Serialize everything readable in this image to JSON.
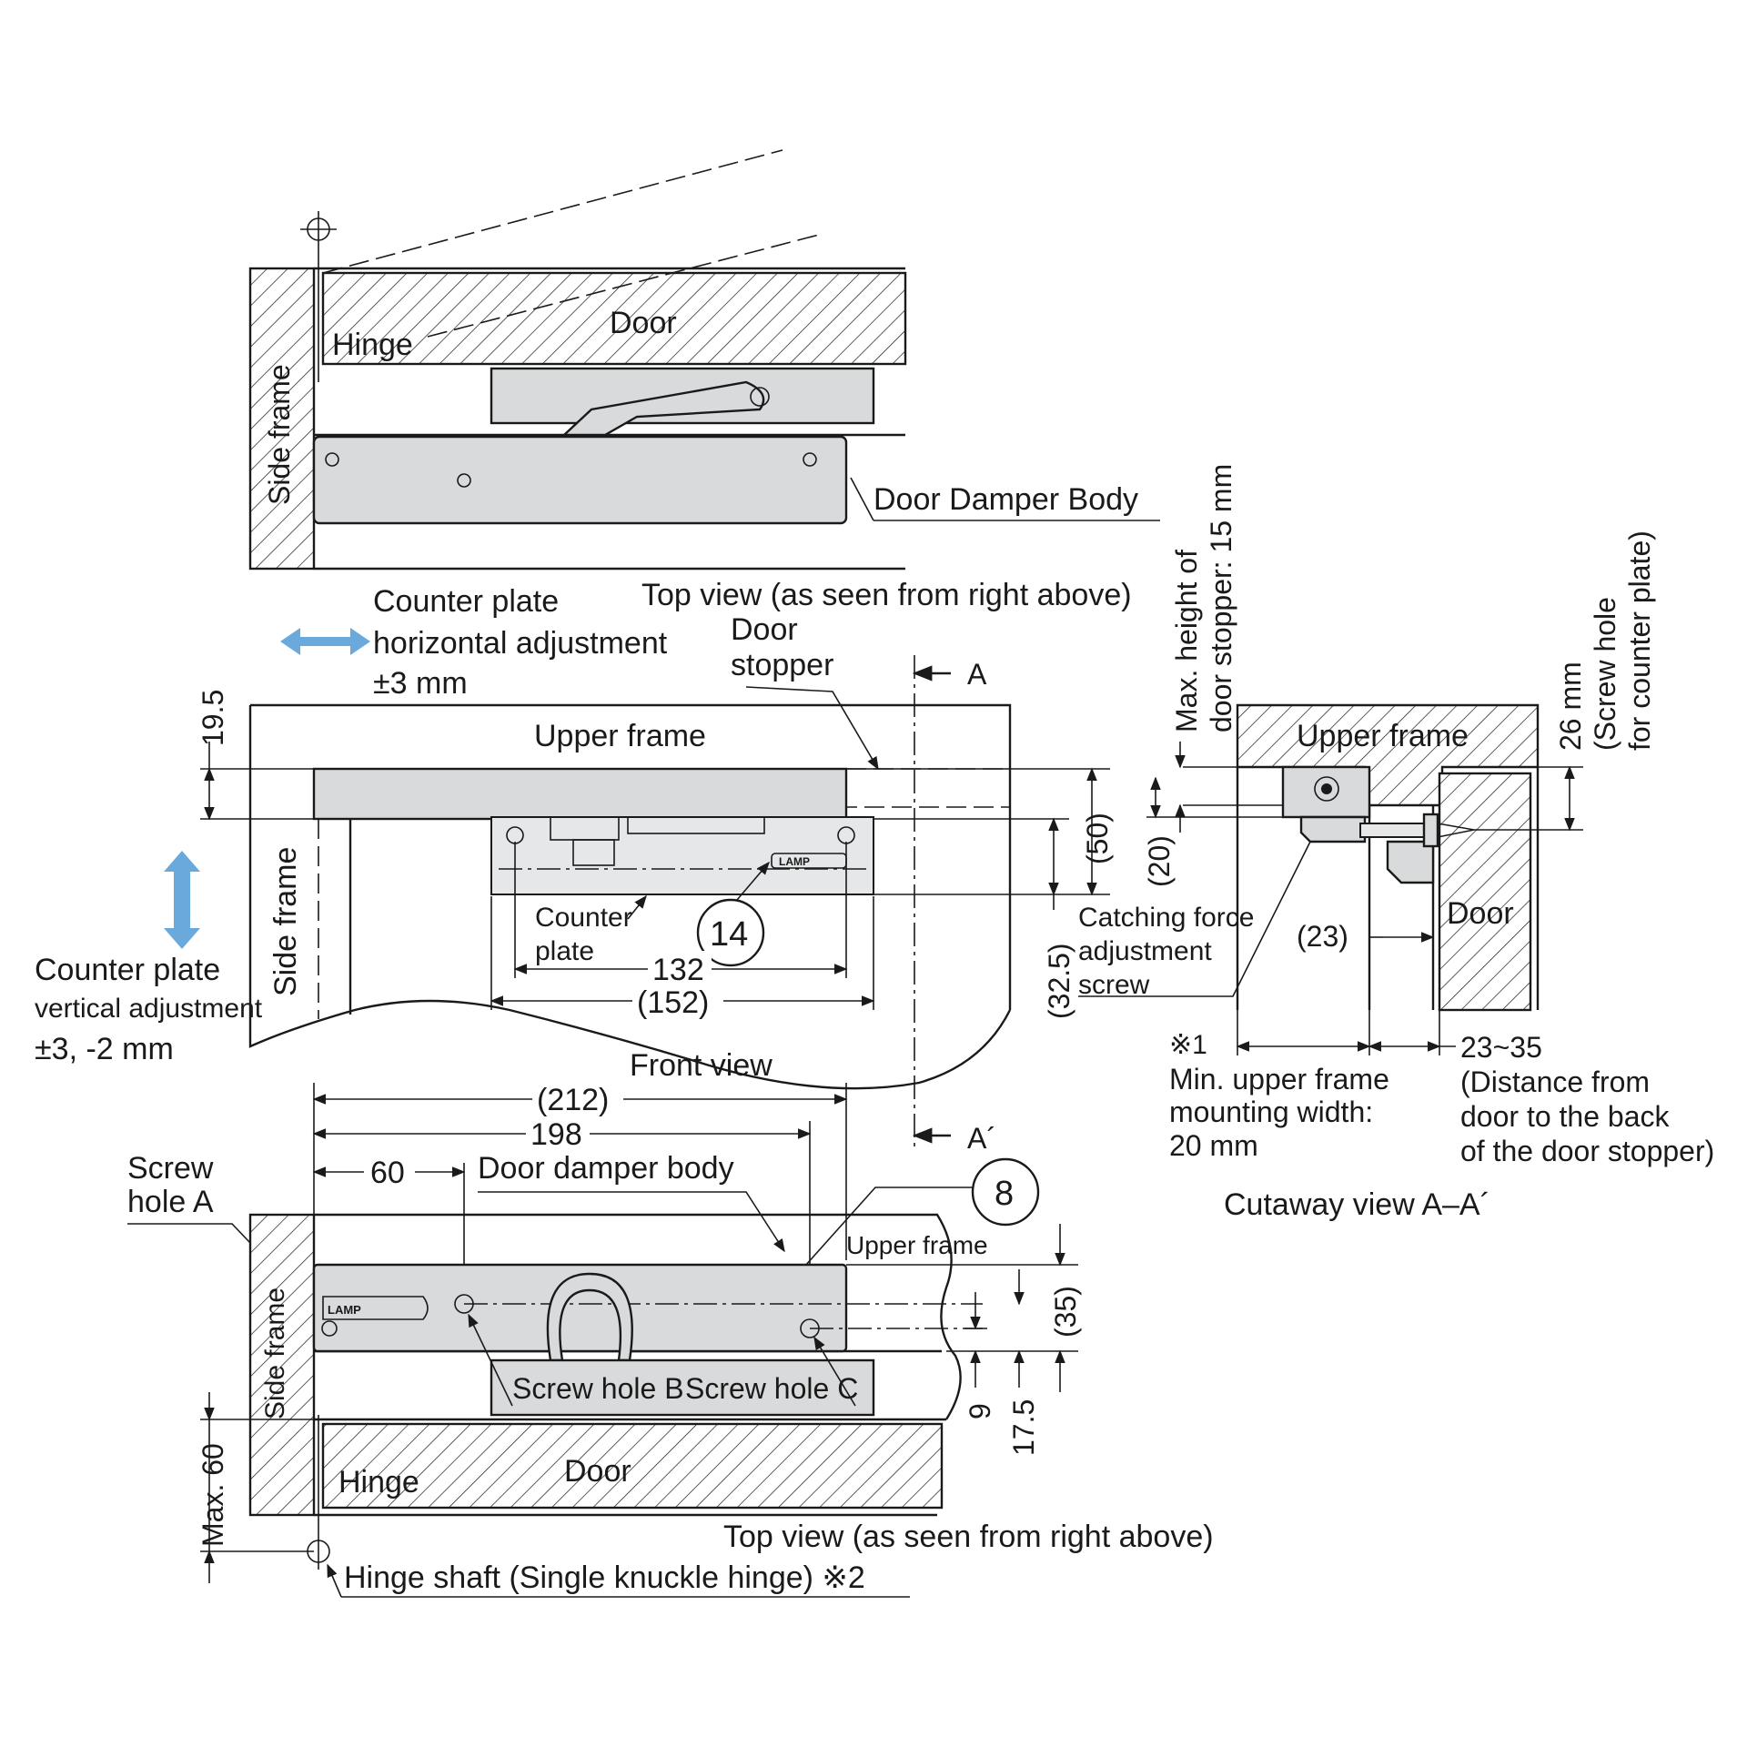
{
  "top_view_1": {
    "door": "Door",
    "hinge": "Hinge",
    "side_frame": "Side frame",
    "damper_body": "Door Damper Body",
    "caption": "Top view (as seen from right above)"
  },
  "adjustments": {
    "horizontal_line1": "Counter plate",
    "horizontal_line2": "horizontal adjustment",
    "horizontal_line3": "±3 mm",
    "vertical_line1": "Counter plate",
    "vertical_line2": "vertical adjustment",
    "vertical_line3": "±3, -2 mm"
  },
  "front_view": {
    "door_stopper_line1": "Door",
    "door_stopper_line2": "stopper",
    "section_a": "A",
    "section_a_prime": "A´",
    "upper_frame": "Upper frame",
    "side_frame": "Side frame",
    "counter_plate_line1": "Counter",
    "counter_plate_line2": "plate",
    "part_14": "14",
    "dim_19_5": "19.5",
    "dim_132": "132",
    "dim_152": "(152)",
    "dim_50": "(50)",
    "dim_32_5": "(32.5)",
    "catching_line1": "Catching force",
    "catching_line2": "adjustment",
    "catching_line3": "screw",
    "caption": "Front view",
    "logo": "LAMP"
  },
  "cutaway": {
    "max_height_line1": "Max. height of",
    "max_height_line2": "door stopper: 15 mm",
    "screw_hole_line1": "26 mm",
    "screw_hole_line2": "(Screw hole",
    "screw_hole_line3": "for counter plate)",
    "upper_frame": "Upper frame",
    "door": "Door",
    "dim_20": "(20)",
    "dim_23": "(23)",
    "note_mark": "※1",
    "min_width_line1": "Min. upper frame",
    "min_width_line2": "mounting width:",
    "min_width_line3": "20 mm",
    "range": "23~35",
    "distance_line1": "(Distance from",
    "distance_line2": "door to the back",
    "distance_line3": "of the door stopper)",
    "caption": "Cutaway view A–A´"
  },
  "top_view_2": {
    "dim_212": "(212)",
    "dim_198": "198",
    "dim_60": "60",
    "damper_body": "Door damper body",
    "part_8": "8",
    "screw_hole_a_line1": "Screw",
    "screw_hole_a_line2": "hole  A",
    "upper_frame": "Upper frame",
    "side_frame": "Side frame",
    "screw_hole_b": "Screw hole B",
    "screw_hole_c": "Screw hole C",
    "dim_35": "(35)",
    "dim_9": "9",
    "dim_17_5": "17.5",
    "max_60": "Max. 60",
    "hinge": "Hinge",
    "door": "Door",
    "caption": "Top view (as seen from right above)",
    "hinge_shaft": "Hinge shaft (Single knuckle hinge) ※2",
    "logo": "LAMP"
  },
  "colors": {
    "part_fill": "#d9dadb",
    "arrow_blue": "#6aa9dc",
    "line": "#1a1a1a"
  }
}
